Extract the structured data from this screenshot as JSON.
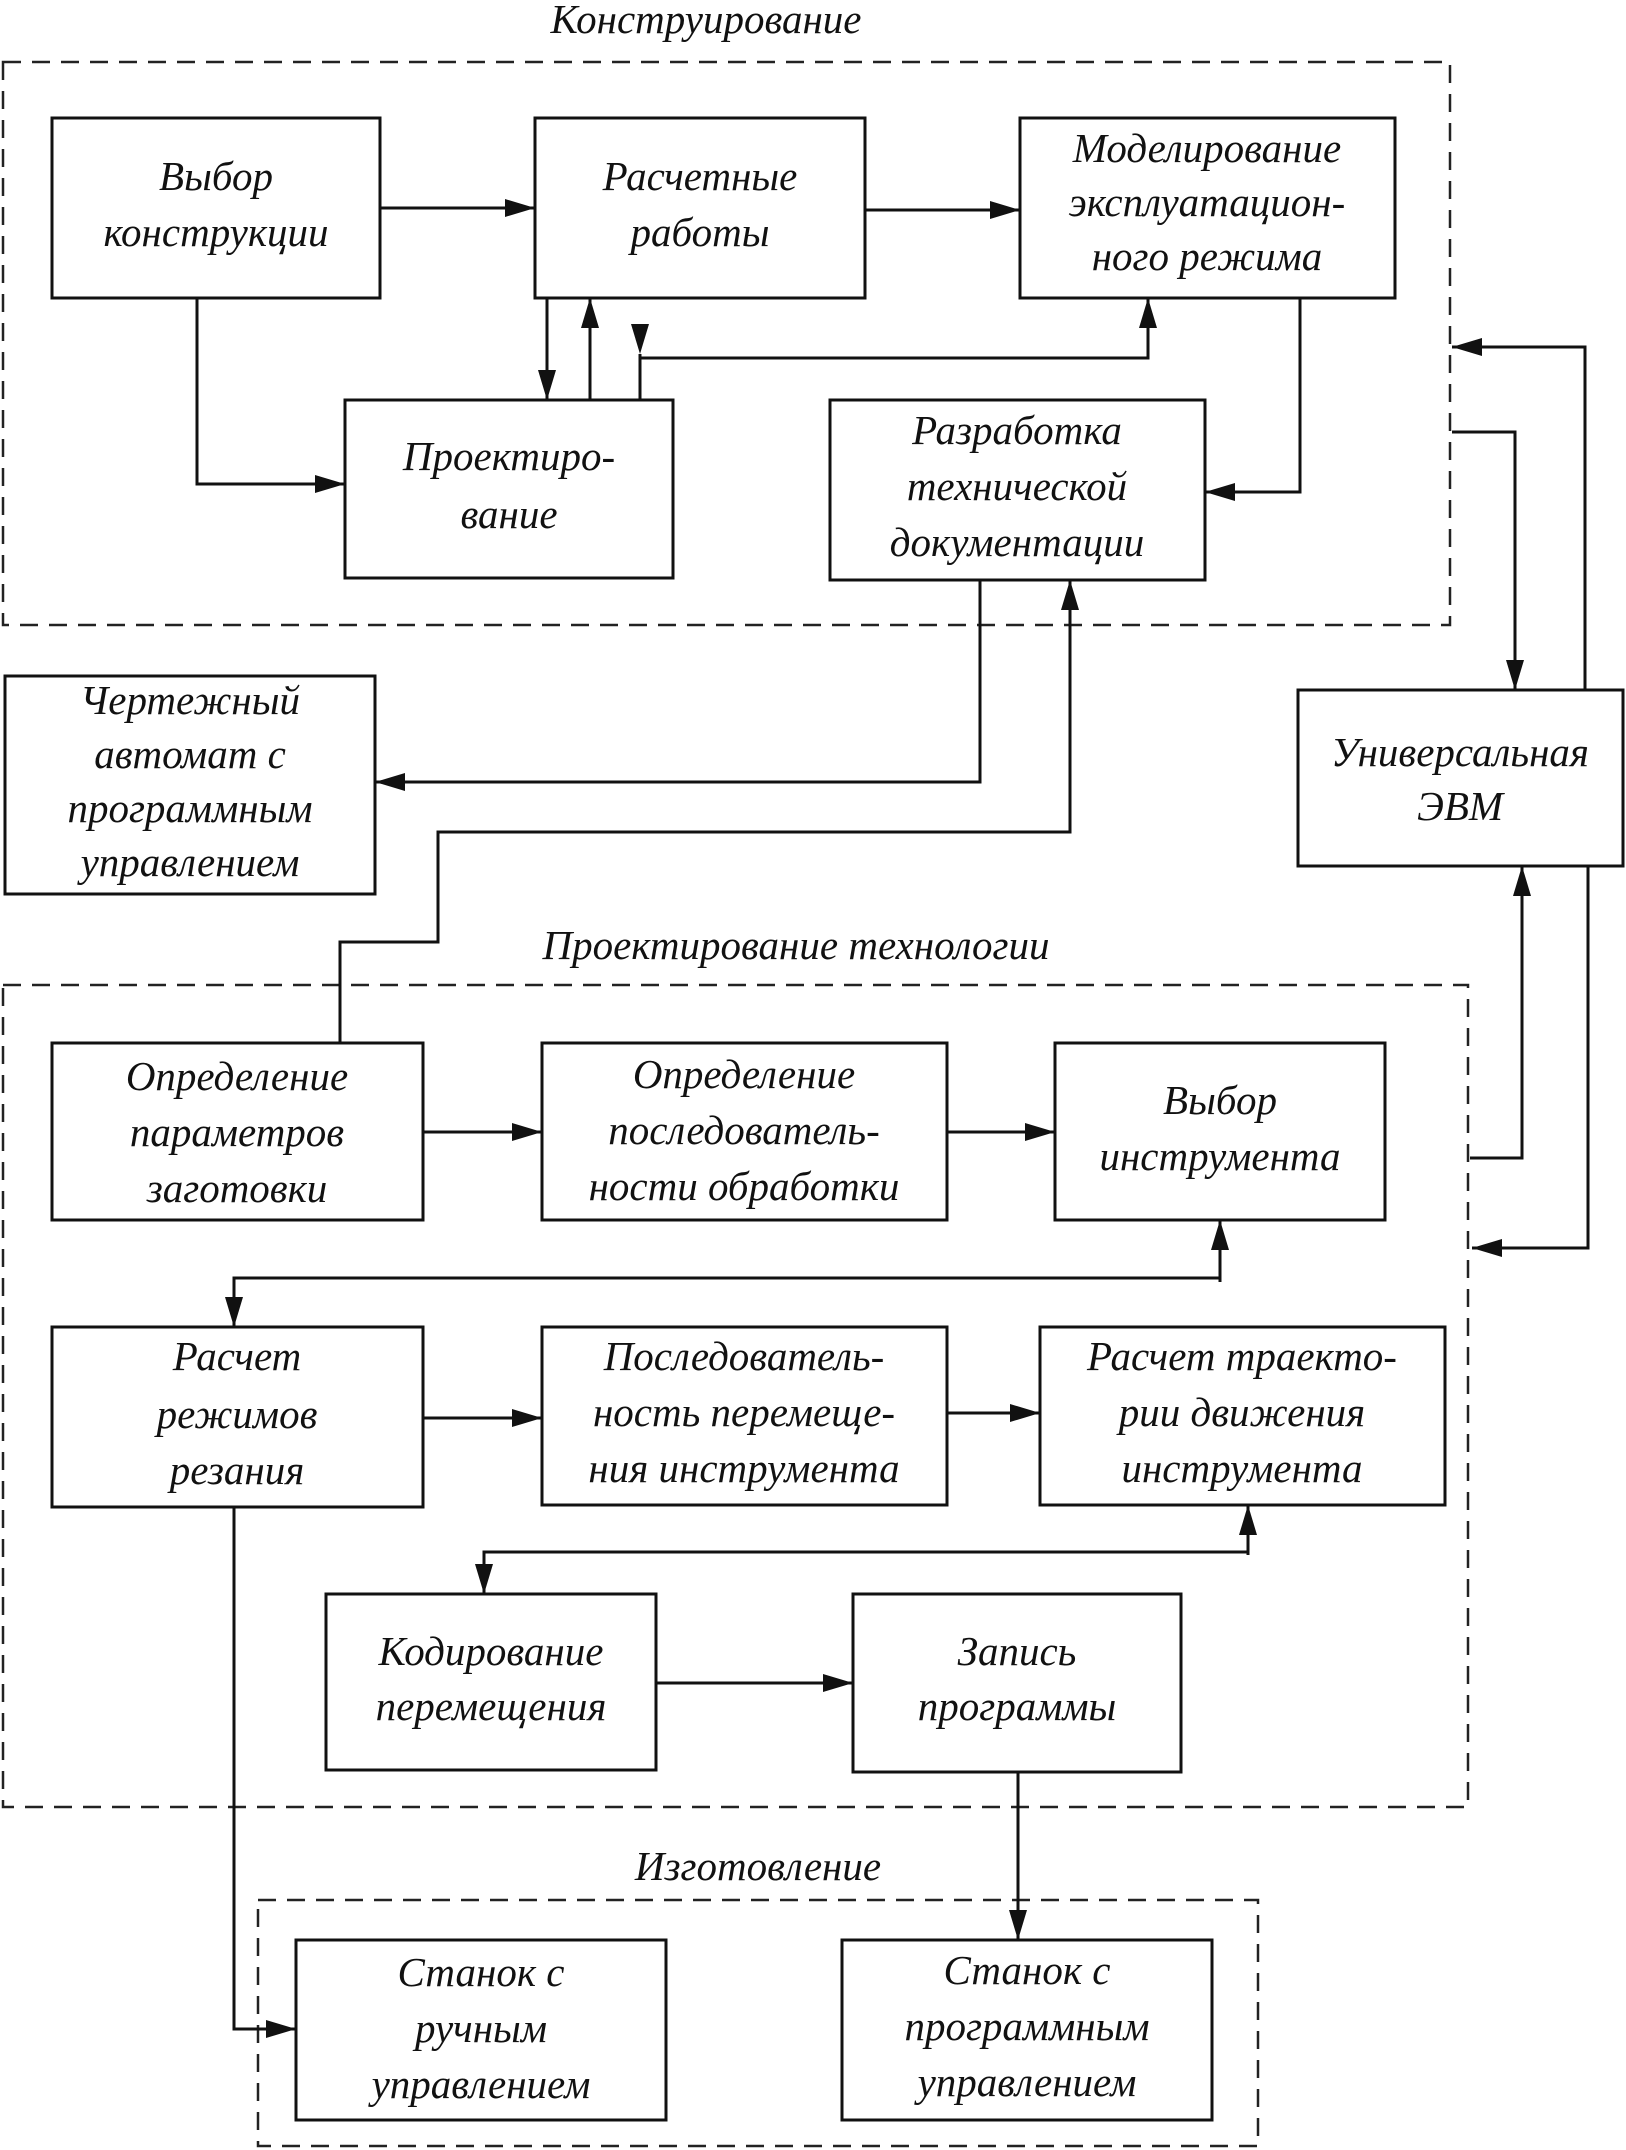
{
  "groups": {
    "design": "Конструирование",
    "technology": "Проектирование технологии",
    "manufacturing": "Изготовление"
  },
  "nodes": {
    "choice_design": [
      "Выбор",
      "конструкции"
    ],
    "calculations": [
      "Расчетные",
      "работы"
    ],
    "modeling": [
      "Моделирование",
      "эксплуатацион-",
      "ного  режима"
    ],
    "projecting": [
      "Проектиро-",
      "вание"
    ],
    "documentation": [
      "Разработка",
      "технической",
      "документации"
    ],
    "plotter": [
      "Чертежный",
      "автомат с",
      "программным",
      "управлением"
    ],
    "computer": [
      "Универсальная",
      "ЭВМ"
    ],
    "blank_params": [
      "Определение",
      "параметров",
      "заготовки"
    ],
    "sequence": [
      "Определение",
      "последователь-",
      "ности обработки"
    ],
    "tool_choice": [
      "Выбор",
      "инструмента"
    ],
    "cutting_modes": [
      "Расчет",
      "режимов",
      "резания"
    ],
    "movement_seq": [
      "Последователь-",
      "ность перемеще-",
      "ния инструмента"
    ],
    "trajectory": [
      "Расчет траекто-",
      "рии движения",
      "инструмента"
    ],
    "coding": [
      "Кодирование",
      "перемещения"
    ],
    "program_record": [
      "Запись",
      "программы"
    ],
    "manual_machine": [
      "Станок с",
      "ручным",
      "управлением"
    ],
    "cnc_machine": [
      "Станок с",
      "программным",
      "управлением"
    ]
  }
}
